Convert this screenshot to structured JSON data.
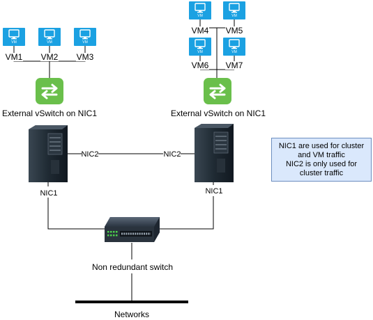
{
  "vm_badge": "VM",
  "left_host": {
    "vms": [
      "VM1",
      "VM2",
      "VM3"
    ],
    "vswitch_label": "External vSwitch on NIC1",
    "nic2_label": "NIC2",
    "nic1_label": "NIC1"
  },
  "right_host": {
    "vms": [
      "VM4",
      "VM5",
      "VM6",
      "VM7"
    ],
    "vswitch_label": "External vSwitch on NIC1",
    "nic2_label": "NIC2",
    "nic1_label": "NIC1"
  },
  "switch_label": "Non redundant switch",
  "network_label": "Networks",
  "note": {
    "line1": "NIC1 are used for cluster and VM traffic",
    "line2": "NIC2 is only used for cluster traffic"
  },
  "colors": {
    "vm_blue": "#1ba1e2",
    "vswitch_green": "#6abf4b",
    "server_dark": "#1f2a33",
    "note_fill": "#dae8fc",
    "note_border": "#6c8ebf"
  }
}
